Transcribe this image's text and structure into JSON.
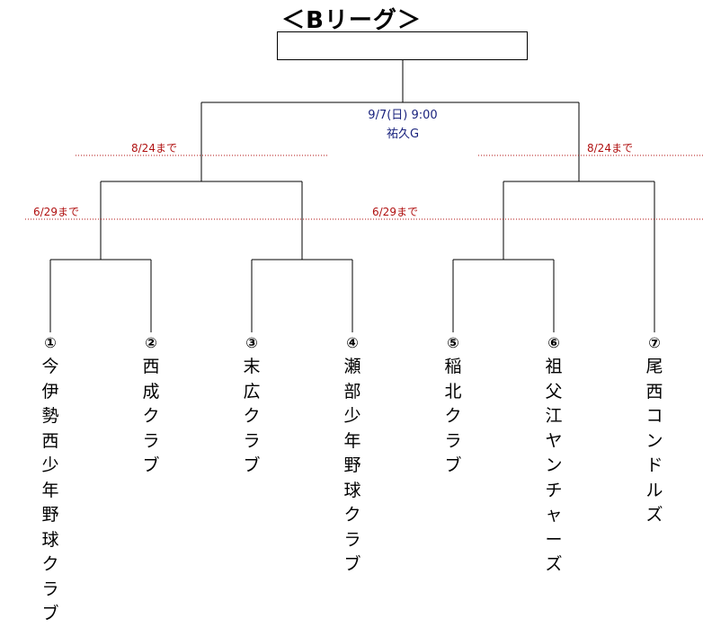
{
  "title": "＜Bリーグ＞",
  "final": {
    "date": "9/7(日) 9:00",
    "venue": "祐久G"
  },
  "deadlines": {
    "left_upper": "8/24まで",
    "right_upper": "8/24まで",
    "left_lower": "6/29まで",
    "center_lower": "6/29まで"
  },
  "colors": {
    "line": "#000000",
    "match_info": "#1a237e",
    "deadline": "#b01010"
  },
  "teams": [
    {
      "num": "①",
      "name": "今伊勢西少年野球クラブ"
    },
    {
      "num": "②",
      "name": "西成クラブ"
    },
    {
      "num": "③",
      "name": "末広クラブ"
    },
    {
      "num": "④",
      "name": "瀬部少年野球クラブ"
    },
    {
      "num": "⑤",
      "name": "稲北クラブ"
    },
    {
      "num": "⑥",
      "name": "祖父江ヤンチャーズ"
    },
    {
      "num": "⑦",
      "name": "尾西コンドルズ"
    }
  ]
}
